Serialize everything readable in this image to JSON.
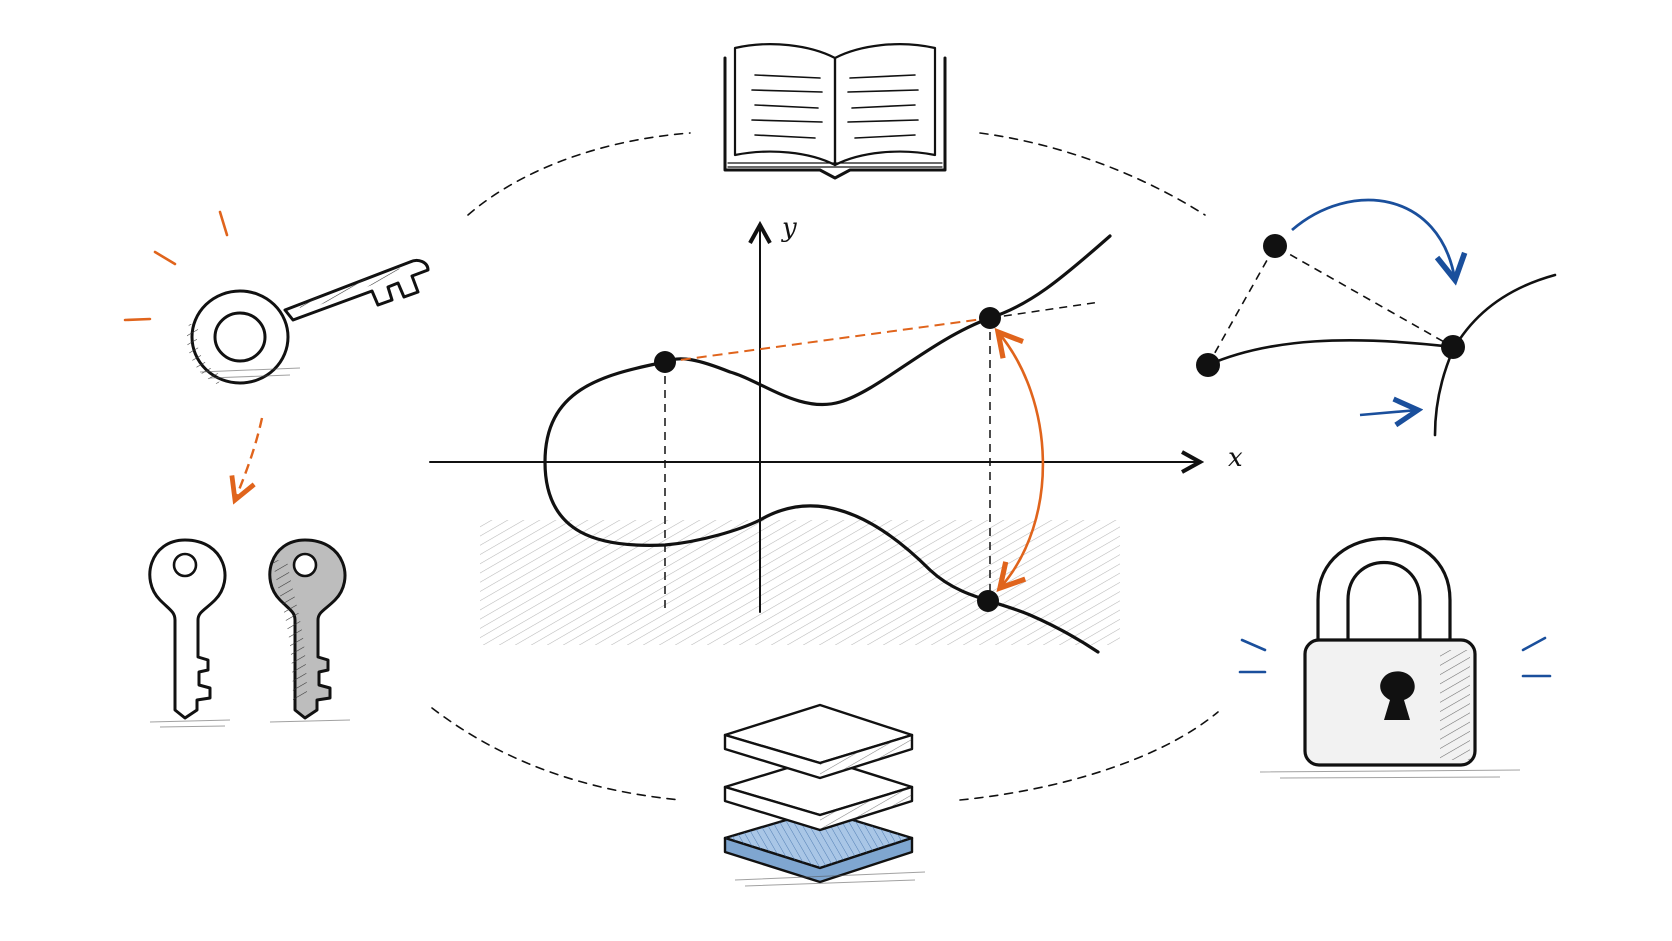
{
  "diagram": {
    "axes": {
      "x_label": "x",
      "y_label": "y"
    },
    "colors": {
      "ink": "#111111",
      "accent_orange": "#e0641c",
      "accent_blue": "#1a4f9c",
      "blue_fill": "#a9c6e6",
      "hatch": "#555555"
    },
    "icons": [
      "open-book-icon",
      "glowing-key-icon",
      "key-pair-icon",
      "elliptic-curve-graph",
      "point-addition-icon",
      "padlock-icon",
      "stacked-layers-icon"
    ]
  }
}
